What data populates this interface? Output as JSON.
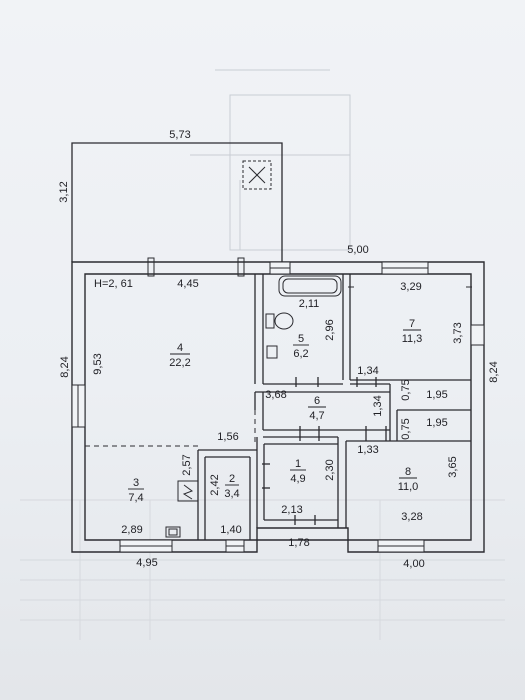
{
  "plan": {
    "height_note": "H=2, 61",
    "outer": {
      "top_annex": "5,73",
      "annex_depth": "3,12",
      "top_right": "5,00",
      "left_height": "8,24",
      "right_height": "8,24",
      "bottom_left": "4,95",
      "bottom_mid": "1,78",
      "bottom_right": "4,00"
    },
    "rooms": [
      {
        "num": "4",
        "area": "22,2"
      },
      {
        "num": "5",
        "area": "6,2"
      },
      {
        "num": "7",
        "area": "11,3"
      },
      {
        "num": "6",
        "area": "4,7"
      },
      {
        "num": "3",
        "area": "7,4"
      },
      {
        "num": "2",
        "area": "3,4"
      },
      {
        "num": "1",
        "area": "4,9"
      },
      {
        "num": "8",
        "area": "11,0"
      }
    ],
    "inner": {
      "r4_width": "4,45",
      "r4_height": "9,53",
      "r5_width": "2,11",
      "r5_height": "2,96",
      "r7_width": "3,29",
      "r7_height": "3,73",
      "r7_bottom_a": "1,34",
      "r7_bottom_b": "1,95",
      "gap_a": "0,75",
      "gap_b": "0,75",
      "r6_width": "3,68",
      "r6_height": "1,34",
      "r4_bottom": "1,56",
      "r6_bottom": "1,33",
      "r8_top": "1,95",
      "r8_height": "3,65",
      "r8_bottom": "3,28",
      "r3_height": "2,57",
      "r3_bottom": "2,89",
      "r2_height": "2,42",
      "r2_bottom": "1,40",
      "r1_height": "2,30",
      "r1_bottom": "2,13"
    }
  }
}
